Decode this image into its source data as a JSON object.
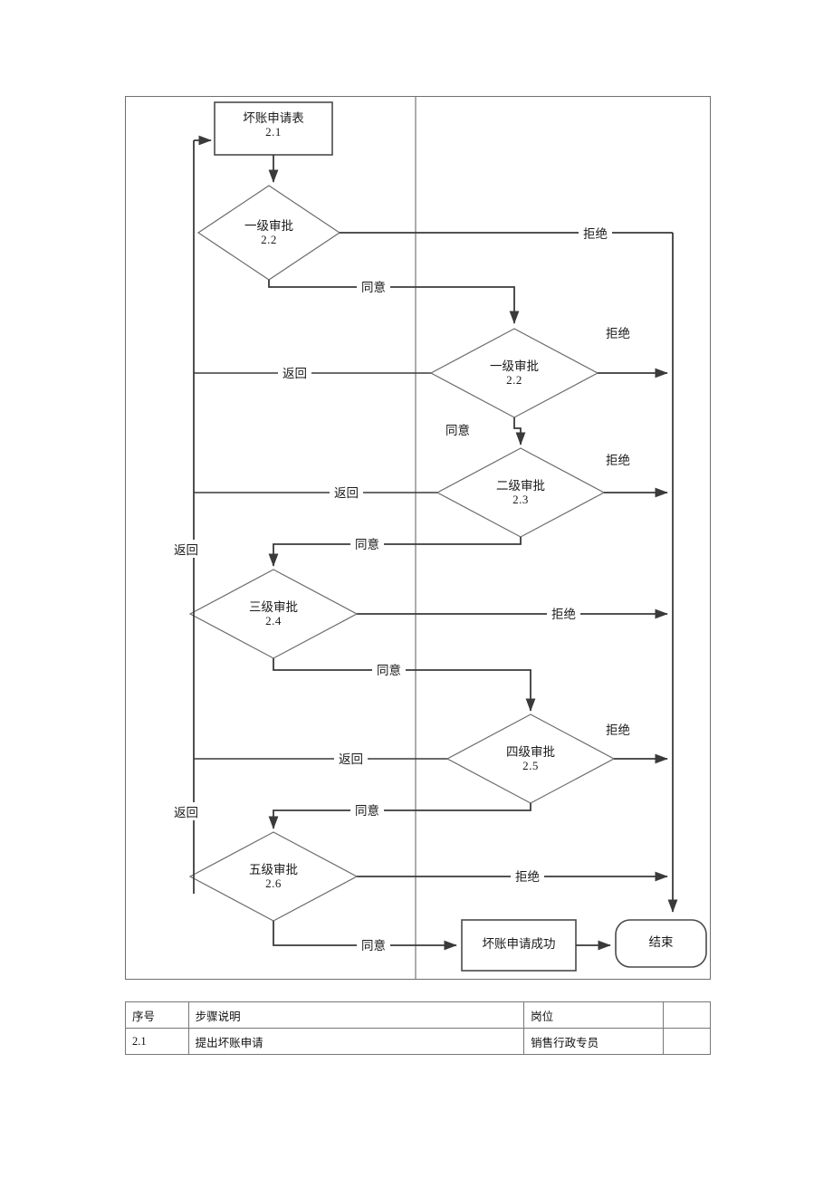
{
  "diagram": {
    "type": "flowchart",
    "title_visible": false,
    "lanes": [
      {
        "name": "left-lane"
      },
      {
        "name": "right-lane"
      }
    ],
    "nodes": [
      {
        "id": "n1",
        "shape": "rectangle",
        "label": "坏账申请表",
        "number": "2.1"
      },
      {
        "id": "n2",
        "shape": "diamond",
        "label": "一级审批",
        "number": "2.2"
      },
      {
        "id": "n3",
        "shape": "diamond",
        "label": "一级审批",
        "number": "2.2"
      },
      {
        "id": "n4",
        "shape": "diamond",
        "label": "二级审批",
        "number": "2.3"
      },
      {
        "id": "n5",
        "shape": "diamond",
        "label": "三级审批",
        "number": "2.4"
      },
      {
        "id": "n6",
        "shape": "diamond",
        "label": "四级审批",
        "number": "2.5"
      },
      {
        "id": "n7",
        "shape": "diamond",
        "label": "五级审批",
        "number": "2.6"
      },
      {
        "id": "n8",
        "shape": "rectangle",
        "label": "坏账申请成功",
        "number": ""
      },
      {
        "id": "n9",
        "shape": "rounded",
        "label": "结束",
        "number": ""
      }
    ],
    "edge_labels": {
      "reject1": "拒绝",
      "reject2": "拒绝",
      "reject3": "拒绝",
      "reject4": "拒绝",
      "reject5": "拒绝",
      "reject6": "拒绝",
      "agree1": "同意",
      "agree2": "同意",
      "agree3": "同意",
      "agree4": "同意",
      "agree5": "同意",
      "agree6": "同意",
      "return1": "返回",
      "return2": "返回",
      "return3": "返回",
      "return4": "返回",
      "return5": "返回"
    }
  },
  "table": {
    "headers": [
      "序号",
      "步骤说明",
      "岗位",
      ""
    ],
    "rows": [
      [
        "2.1",
        "提出坏账申请",
        "销售行政专员",
        ""
      ]
    ]
  },
  "colors": {
    "line": "#3a3a3a",
    "border": "#6f6f6f",
    "text": "#1a1a1a",
    "background": "#ffffff"
  }
}
